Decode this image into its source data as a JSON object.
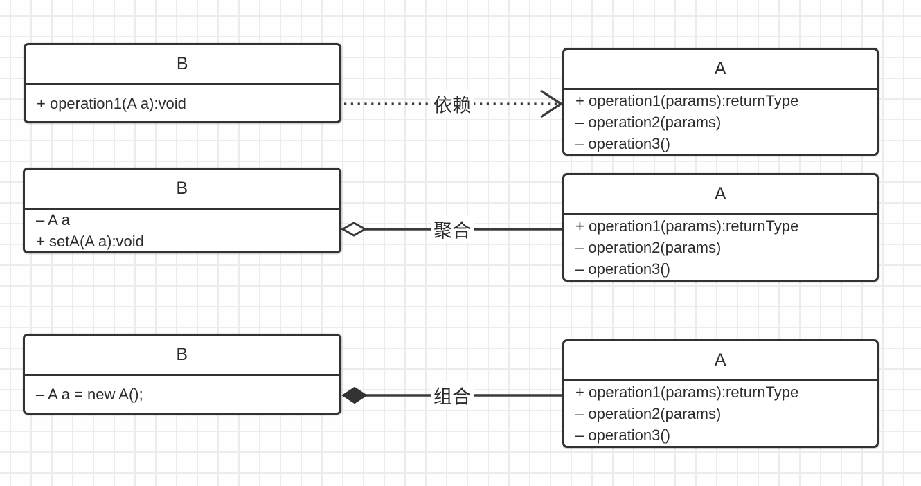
{
  "colors": {
    "border": "#323232",
    "line": "#3a3a3a",
    "text": "#2c2c2c",
    "grid": "#ececec",
    "background": "#ffffff"
  },
  "diagram": {
    "rows": [
      {
        "relation_type": "dependency",
        "relation_label": "依赖",
        "b": {
          "name": "B",
          "members": [
            "+ operation1(A a):void"
          ]
        },
        "a": {
          "name": "A",
          "members": [
            "+ operation1(params):returnType",
            "– operation2(params)",
            "– operation3()"
          ]
        }
      },
      {
        "relation_type": "aggregation",
        "relation_label": "聚合",
        "b": {
          "name": "B",
          "members": [
            "– A a",
            "+ setA(A a):void"
          ]
        },
        "a": {
          "name": "A",
          "members": [
            "+ operation1(params):returnType",
            "– operation2(params)",
            "– operation3()"
          ]
        }
      },
      {
        "relation_type": "composition",
        "relation_label": "组合",
        "b": {
          "name": "B",
          "members": [
            "– A a = new A();"
          ]
        },
        "a": {
          "name": "A",
          "members": [
            "+ operation1(params):returnType",
            "– operation2(params)",
            "– operation3()"
          ]
        }
      }
    ]
  }
}
